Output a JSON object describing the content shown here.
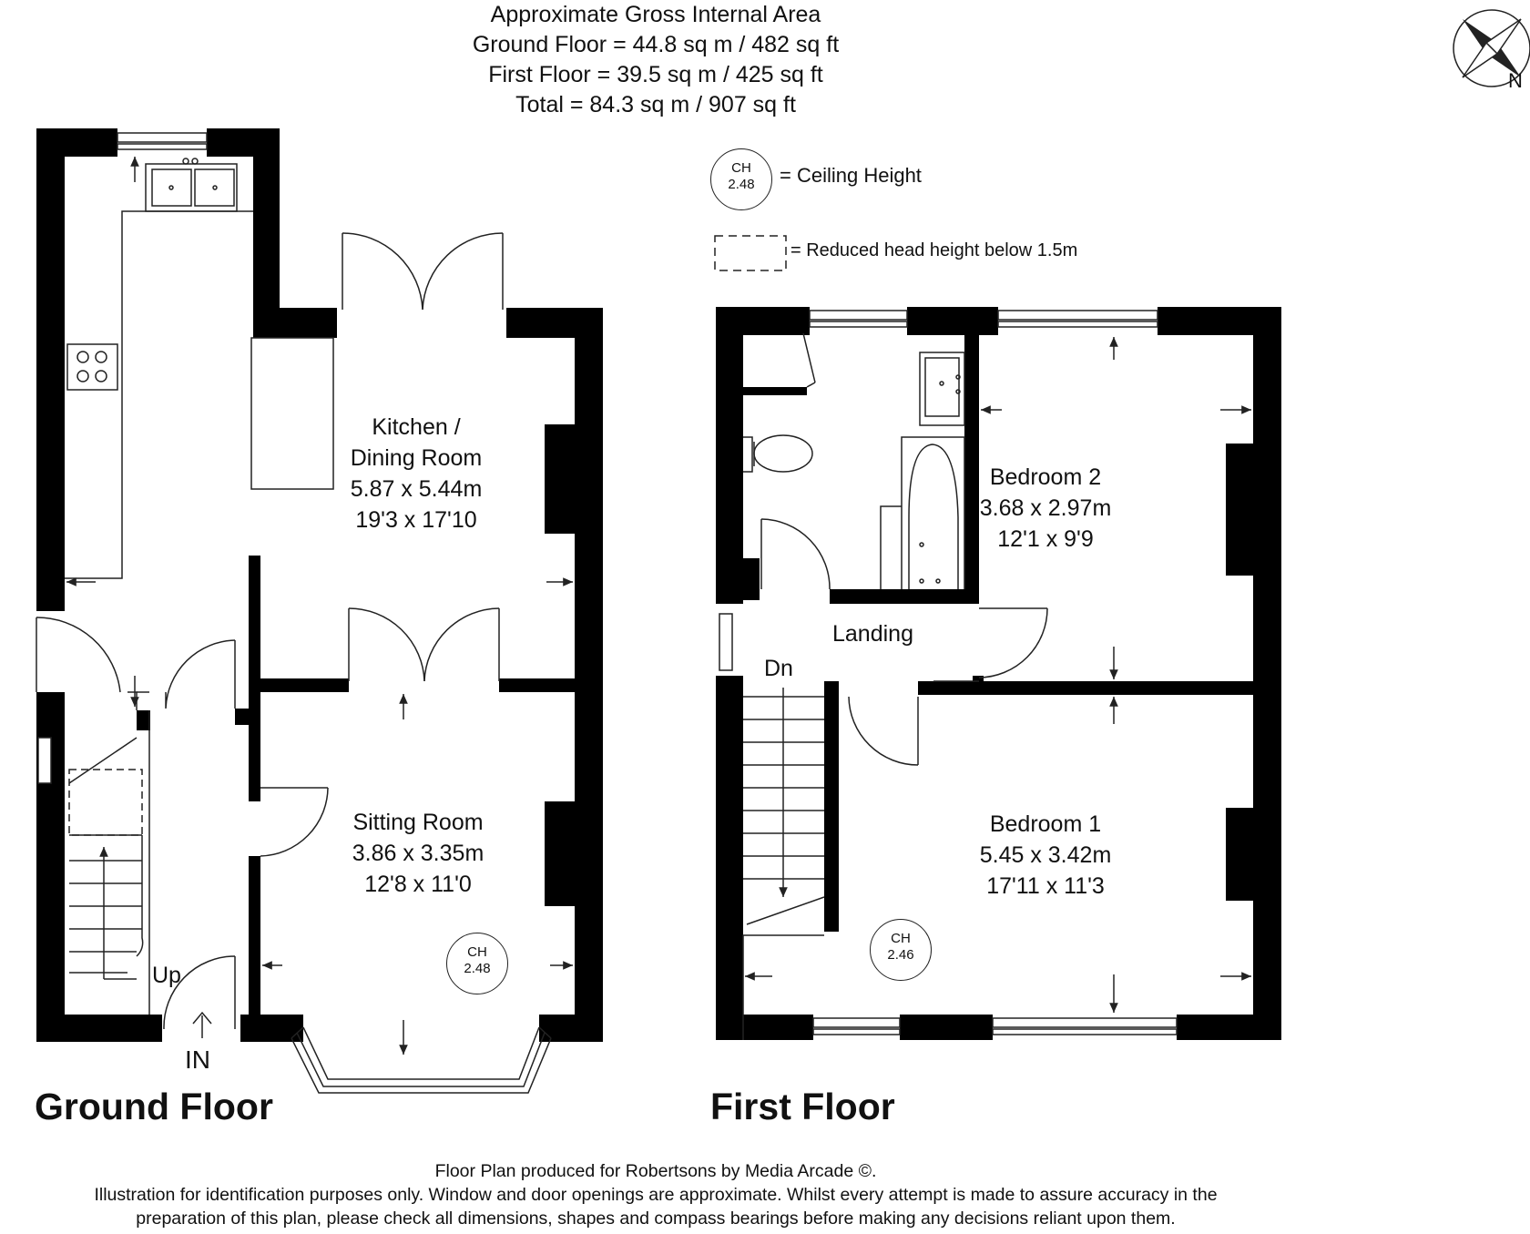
{
  "area": {
    "heading": "Approximate Gross Internal Area",
    "ground": "Ground Floor = 44.8 sq m / 482 sq ft",
    "first": "First Floor = 39.5 sq m / 425 sq ft",
    "total": "Total = 84.3 sq m / 907 sq ft"
  },
  "compass": {
    "north_label": "N"
  },
  "legend": {
    "ch_label": "CH",
    "ch_value": "2.48",
    "ch_text": "= Ceiling Height",
    "reduced_text": "= Reduced head height below 1.5m"
  },
  "ground_floor": {
    "title": "Ground Floor",
    "kitchen": {
      "name_line1": "Kitchen /",
      "name_line2": "Dining Room",
      "metric": "5.87 x 5.44m",
      "imperial": "19'3 x 17'10"
    },
    "sitting": {
      "name": "Sitting Room",
      "metric": "3.86 x 3.35m",
      "imperial": "12'8 x 11'0",
      "ch_label": "CH",
      "ch_value": "2.48"
    },
    "up_label": "Up",
    "entrance_label": "IN"
  },
  "first_floor": {
    "title": "First Floor",
    "bedroom2": {
      "name": "Bedroom 2",
      "metric": "3.68 x 2.97m",
      "imperial": "12'1 x 9'9"
    },
    "bedroom1": {
      "name": "Bedroom 1",
      "metric": "5.45 x 3.42m",
      "imperial": "17'11 x 11'3",
      "ch_label": "CH",
      "ch_value": "2.46"
    },
    "landing_label": "Landing",
    "down_label": "Dn"
  },
  "footer": {
    "line1": "Floor Plan produced for Robertsons by Media Arcade ©.",
    "line2": "Illustration for identification purposes only. Window and door openings are approximate. Whilst every attempt is made to assure accuracy in the",
    "line3": "preparation of this plan, please check all dimensions, shapes and compass bearings before making any decisions reliant upon them."
  }
}
